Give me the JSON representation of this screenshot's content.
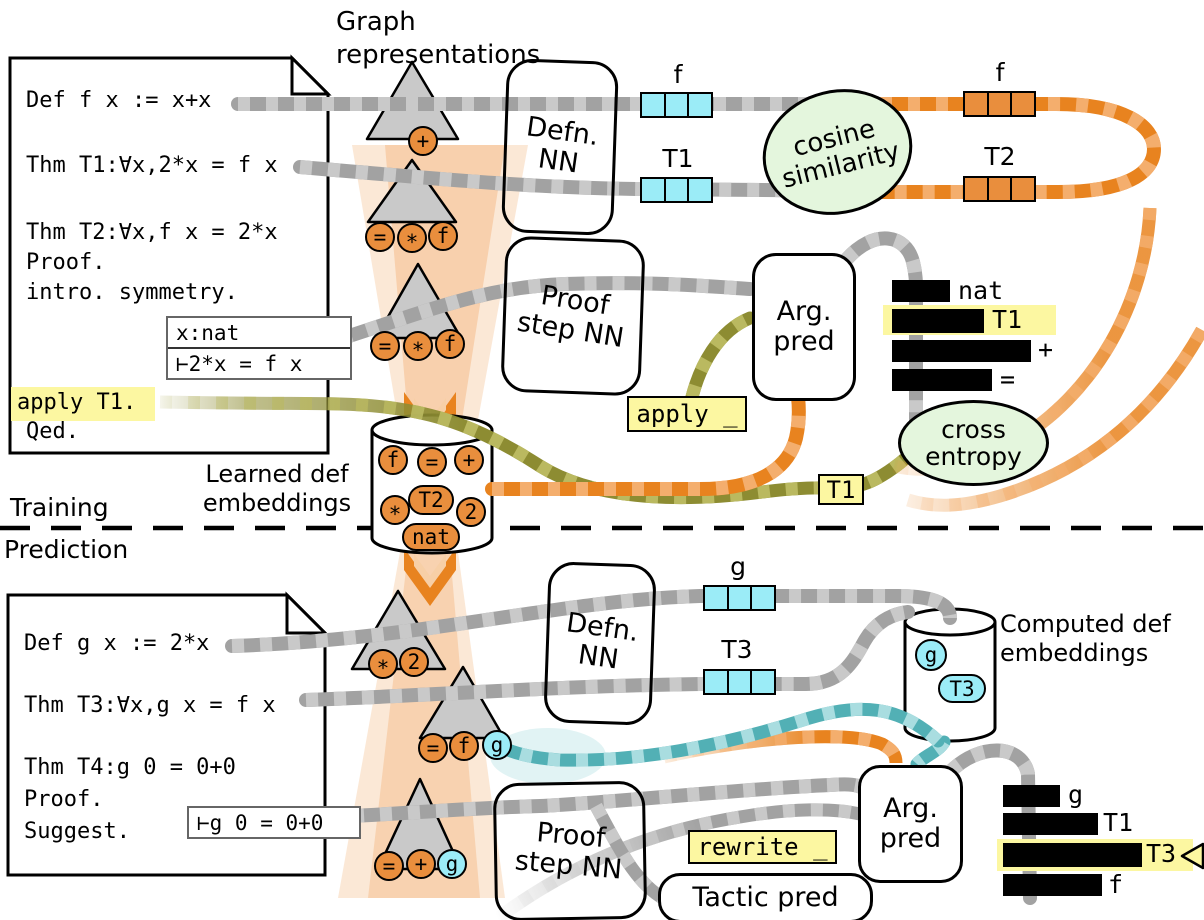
{
  "labels": {
    "graph_line1": "Graph",
    "graph_line2": "representations",
    "learned_line1": "Learned def",
    "learned_line2": "embeddings",
    "computed_line1": "Computed def",
    "computed_line2": "embeddings",
    "training": "Training",
    "prediction": "Prediction"
  },
  "training_doc": {
    "line1": "Def f x := x+x",
    "line2": "Thm T1:∀x,2*x = f x",
    "line3": "Thm T2:∀x,f x = 2*x",
    "line4": "Proof.",
    "line5": "intro. symmetry.",
    "tactic": "apply T1.",
    "line6": "Qed.",
    "goal_ctx": "x:nat",
    "goal": "⊢2*x = f x"
  },
  "prediction_doc": {
    "line1": "Def g x := 2*x",
    "line2": "Thm T3:∀x,g x = f x",
    "line3": "Thm T4:g 0 = 0+0",
    "line4": "Proof.",
    "line5": "Suggest.",
    "goal": "⊢g 0 = 0+0"
  },
  "nn": {
    "defn1": "Defn.",
    "defn2": "NN",
    "proof1": "Proof",
    "proof2": "step NN",
    "arg1": "Arg.",
    "arg2": "pred",
    "tactic": "Tactic pred"
  },
  "ops": {
    "cos1": "cosine",
    "cos2": "similarity",
    "cross1": "cross",
    "cross2": "entropy"
  },
  "emb": {
    "f_cyan": "f",
    "t1_cyan": "T1",
    "f_orange": "f",
    "t2_orange": "T2",
    "g_cyan": "g",
    "t3_cyan": "T3"
  },
  "graphs": {
    "t1": [
      "+"
    ],
    "t2": [
      "=",
      "∗",
      "f"
    ],
    "t3": [
      "=",
      "∗",
      "f"
    ],
    "b1": [
      "∗",
      "2"
    ],
    "b2": [
      "=",
      "f",
      "g"
    ],
    "b3": [
      "=",
      "+",
      "g"
    ]
  },
  "cyl": {
    "learned": [
      "f",
      "=",
      "+",
      "∗",
      "T2",
      "2",
      "nat"
    ],
    "computed": [
      "g",
      "T3"
    ]
  },
  "tactics": {
    "apply_blank": "apply _",
    "t1_arg": "T1",
    "rewrite_blank": "rewrite _"
  },
  "chart_data": [
    {
      "type": "bar",
      "orientation": "horizontal",
      "context": "training argument prediction scores vs cross entropy",
      "categories": [
        "nat",
        "T1",
        "+",
        "="
      ],
      "values": [
        0.42,
        0.66,
        1.0,
        0.72
      ],
      "highlight": "T1",
      "axis": "none"
    },
    {
      "type": "bar",
      "orientation": "horizontal",
      "context": "prediction argument scores, selected suggestion",
      "categories": [
        "g",
        "T1",
        "T3",
        "f"
      ],
      "values": [
        0.41,
        0.68,
        1.0,
        0.71
      ],
      "highlight": "T3",
      "selected": "T3",
      "axis": "none"
    }
  ]
}
